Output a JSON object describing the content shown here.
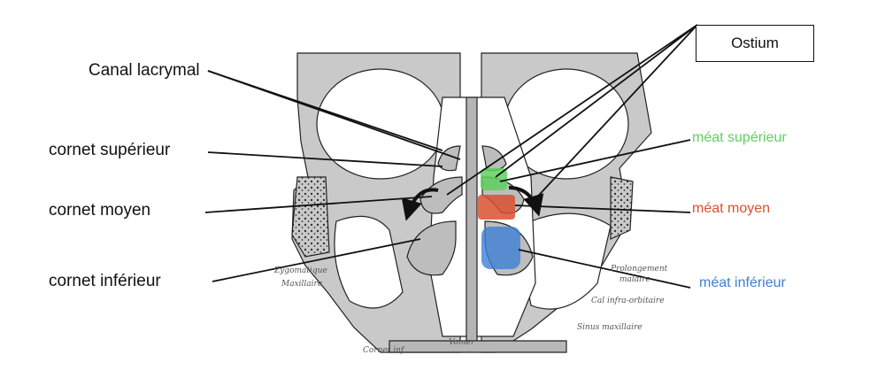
{
  "colors": {
    "green": "#5fd05f",
    "red": "#d9512f",
    "blue": "#3f7fd6",
    "bone": "#c9c9c9",
    "ink": "#222222"
  },
  "labels_left": {
    "canal_lacrymal": "Canal lacrymal",
    "cornet_superieur": "cornet supérieur",
    "cornet_moyen": "cornet moyen",
    "cornet_inferieur": "cornet inférieur"
  },
  "labels_right": {
    "ostium": "Ostium",
    "meat_superieur": "méat supérieur",
    "meat_moyen": "méat moyen",
    "meat_inferieur": "méat inférieur"
  },
  "engraving_labels": {
    "zygomatique": "Zygomatique",
    "maxillaire": "Maxillaire",
    "prolongement": "Prolongement",
    "malaire": "malaire",
    "canal_infra_orbitaire": "Cal infra-orbitaire",
    "sinus_maxillaire": "Sinus maxillaire",
    "vomer": "Vomer",
    "cornet_inf": "Cornet inf"
  }
}
